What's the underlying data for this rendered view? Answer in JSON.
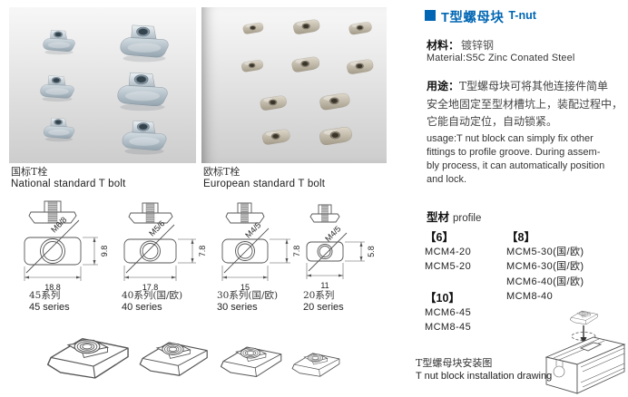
{
  "colors": {
    "accent": "#0066b3"
  },
  "photo_section": {
    "national": {
      "label_zh": "国标T栓",
      "label_en": "National standard T bolt"
    },
    "european": {
      "label_zh": "欧标T栓",
      "label_en": "European standard T bolt"
    }
  },
  "header": {
    "title_zh": "T型螺母块",
    "title_en": "T-nut"
  },
  "material": {
    "label_zh": "材料：",
    "value_zh": "镀锌钢",
    "line_en": "Material:S5C Zinc Conated Steel"
  },
  "usage": {
    "label_zh": "用途：",
    "lines_zh": [
      "T型螺母块可将其他连接件简单",
      "安全地固定至型材槽坑上，装配过程中，",
      "它能自动定位，自动锁紧。"
    ],
    "lines_en": [
      "usage:T nut block can simply fix other",
      "fittings to profile groove. During assem-",
      "bly process, it can automatically position",
      "and lock."
    ]
  },
  "profile_section": {
    "label_zh": "型材",
    "label_en": "profile",
    "groups": [
      {
        "header": "【6】",
        "items": [
          "MCM4-20",
          "MCM5-20"
        ]
      },
      {
        "header": "【8】",
        "items": [
          "MCM5-30(国/欧)",
          "MCM6-30(国/欧)",
          "MCM6-40(国/欧)",
          "MCM8-40"
        ]
      },
      {
        "header": "【10】",
        "items": [
          "MCM6-45",
          "MCM8-45"
        ]
      }
    ]
  },
  "installation": {
    "label_zh": "T型螺母块安装图",
    "label_en": "T nut block installation drawing"
  },
  "drawings": [
    {
      "series_zh": "45系列",
      "series_en": "45 series",
      "thread": "M6/8",
      "width_dim": "18.8",
      "height_dim": "9.8"
    },
    {
      "series_zh": "40系列(国/欧)",
      "series_en": "40 series",
      "thread": "M5/6",
      "width_dim": "17.8",
      "height_dim": "7.8"
    },
    {
      "series_zh": "30系列(国/欧)",
      "series_en": "30 series",
      "thread": "M4/5",
      "width_dim": "15",
      "height_dim": "7.8"
    },
    {
      "series_zh": "20系列",
      "series_en": "20 series",
      "thread": "M4/5",
      "width_dim": "11",
      "height_dim": "5.8"
    }
  ]
}
